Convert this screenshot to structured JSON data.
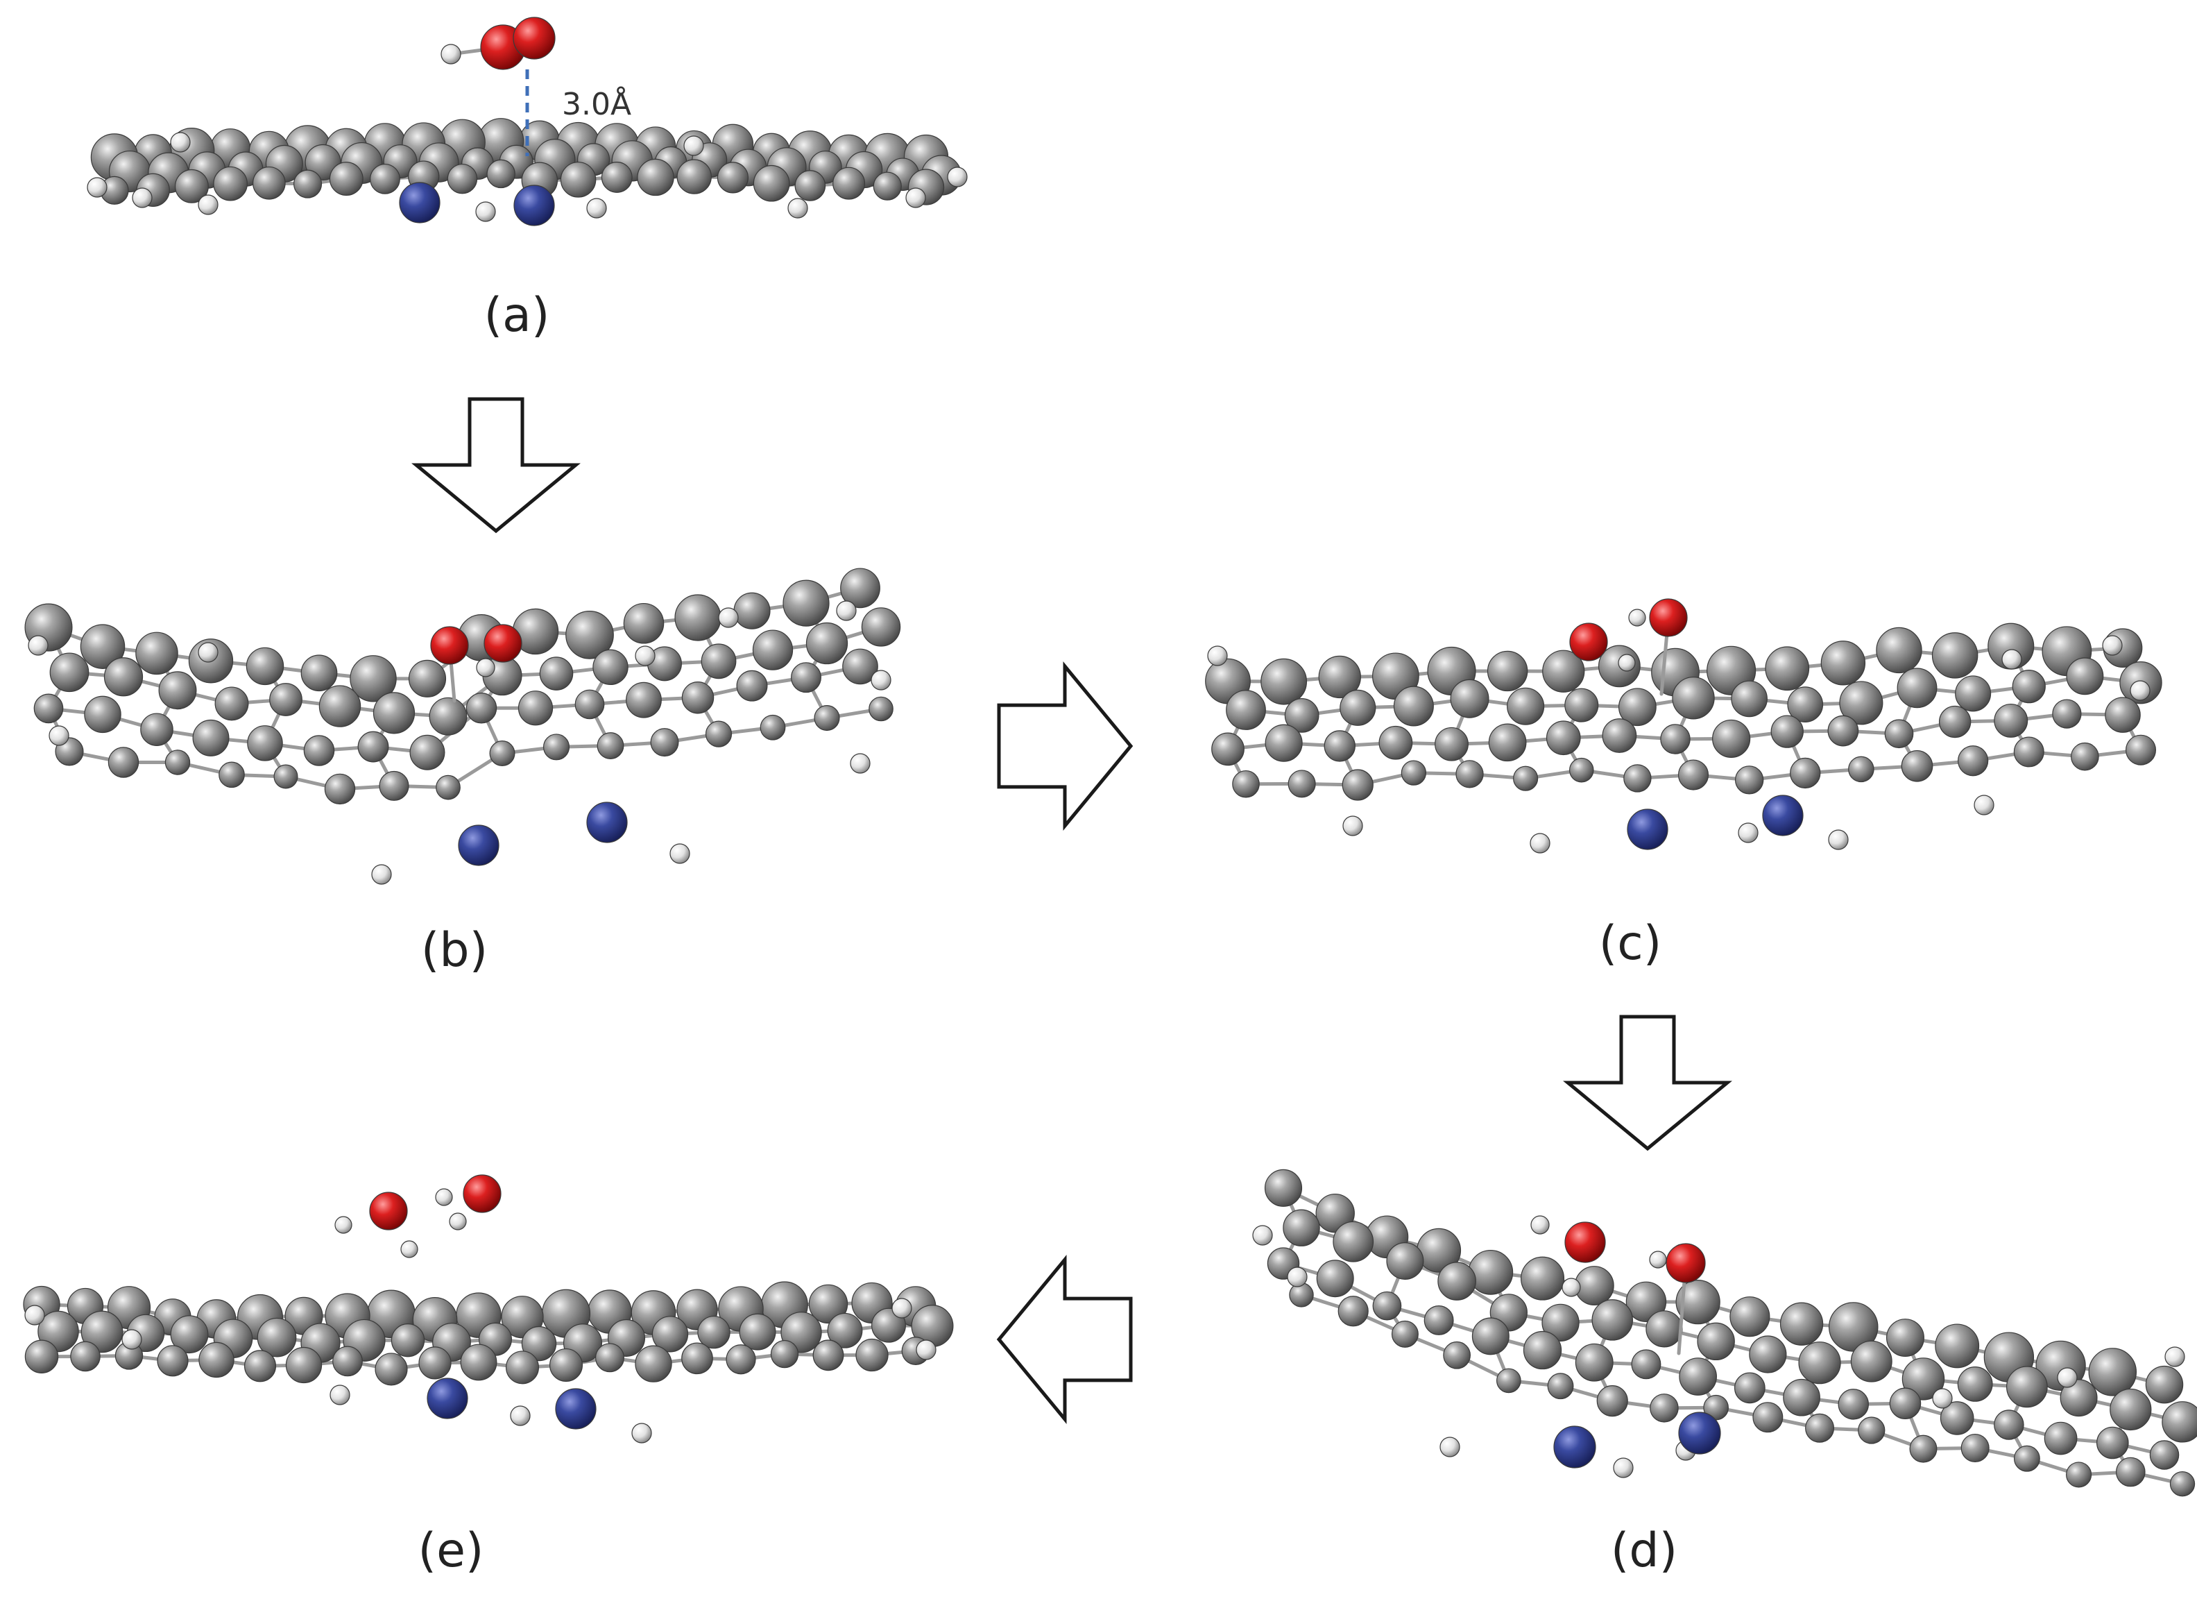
{
  "figure": {
    "distance_label": "3.0Å",
    "panels": [
      {
        "id": "a",
        "label": "(a)"
      },
      {
        "id": "b",
        "label": "(b)"
      },
      {
        "id": "c",
        "label": "(c)"
      },
      {
        "id": "d",
        "label": "(d)"
      },
      {
        "id": "e",
        "label": "(e)"
      }
    ],
    "arrows": [
      {
        "name": "arrow-a-to-b",
        "direction": "down"
      },
      {
        "name": "arrow-b-to-c",
        "direction": "right"
      },
      {
        "name": "arrow-c-to-d",
        "direction": "down"
      },
      {
        "name": "arrow-d-to-e",
        "direction": "left"
      }
    ]
  },
  "colors": {
    "carbon": "#8c8c8c",
    "carbon_shadow": "#5a5a5a",
    "nitrogen": "#2e3c8a",
    "oxygen": "#d01515",
    "hydrogen": "#e6e6e6",
    "bond": "#9a9a9a",
    "distance_line": "#3f6fb8",
    "arrow_outline": "#1a1a1a"
  }
}
